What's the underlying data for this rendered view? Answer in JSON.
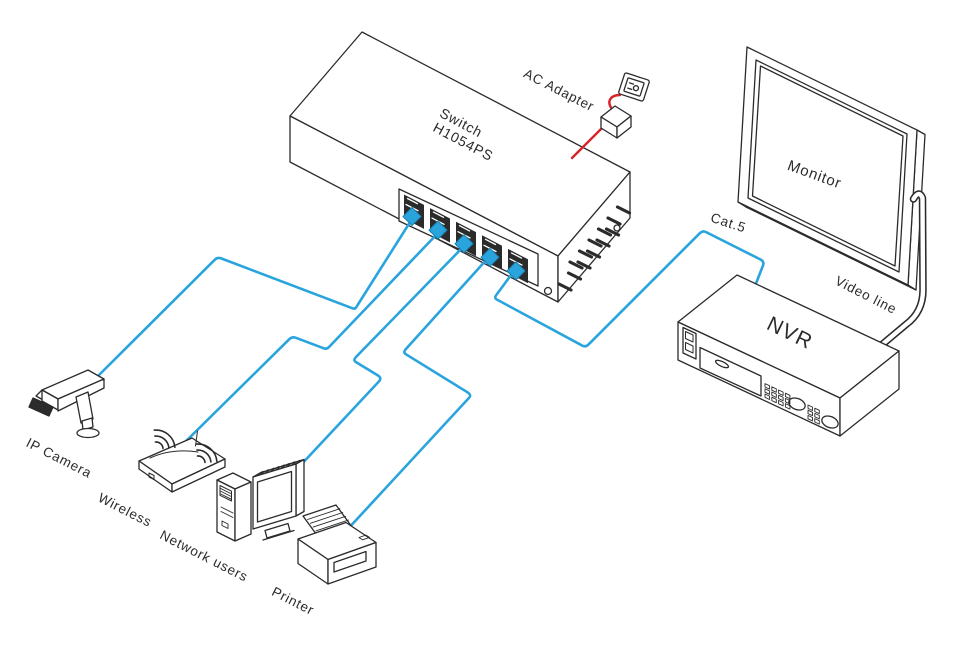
{
  "diagram": {
    "labels": {
      "switch_name": "Switch",
      "switch_model": "H1054PS",
      "ac_adapter": "AC Adapter",
      "monitor": "Monitor",
      "cat5": "Cat.5",
      "video_line": "Video line",
      "nvr": "NVR",
      "ip_camera": "IP Camera",
      "wireless": "Wireless",
      "network_users": "Network users",
      "printer": "Printer"
    },
    "colors": {
      "line": "#2b2b2b",
      "cable": "#29a4dd",
      "power_cable": "#d8232a",
      "background": "#ffffff"
    },
    "switch_port_count": 5,
    "connections": [
      {
        "from": "Switch port 1",
        "to": "IP Camera",
        "via": "ethernet"
      },
      {
        "from": "Switch port 2",
        "to": "Wireless",
        "via": "ethernet"
      },
      {
        "from": "Switch port 3",
        "to": "Network users",
        "via": "ethernet"
      },
      {
        "from": "Switch port 4",
        "to": "Printer",
        "via": "ethernet"
      },
      {
        "from": "Switch port 5",
        "to": "NVR",
        "via": "Cat.5"
      },
      {
        "from": "NVR",
        "to": "Monitor",
        "via": "Video line"
      },
      {
        "from": "Switch",
        "to": "AC Adapter",
        "via": "power cord to wall outlet"
      }
    ]
  }
}
